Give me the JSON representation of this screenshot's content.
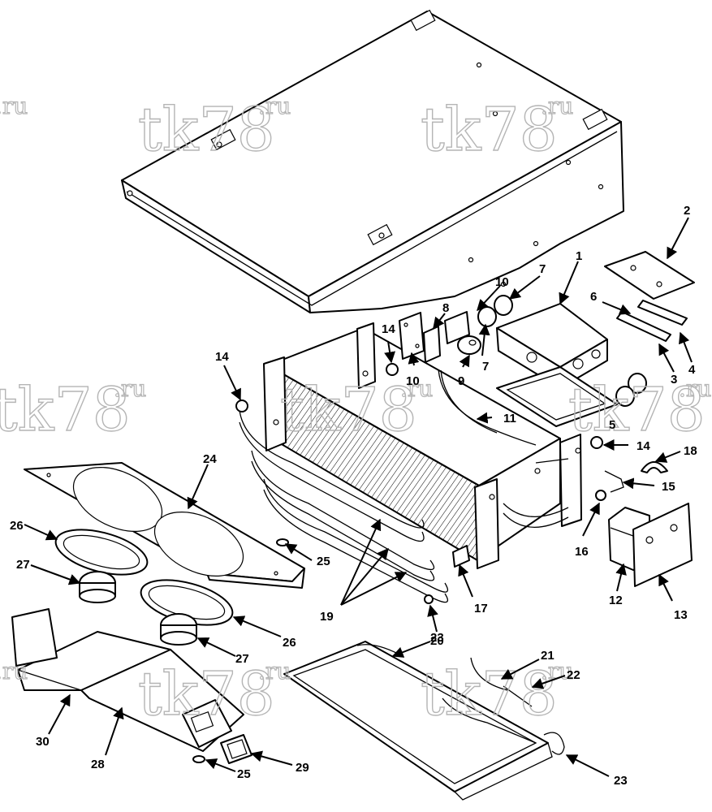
{
  "watermark": {
    "main": "tk78",
    "suffix": ".ru"
  },
  "callouts": {
    "c1": "1",
    "c2": "2",
    "c3": "3",
    "c4": "4",
    "c5": "5",
    "c6": "6",
    "c7a": "7",
    "c7b": "7",
    "c8": "8",
    "c9": "9",
    "c10a": "10",
    "c10b": "10",
    "c11": "11",
    "c12": "12",
    "c13": "13",
    "c14a": "14",
    "c14b": "14",
    "c14c": "14",
    "c15": "15",
    "c16": "16",
    "c17": "17",
    "c18": "18",
    "c19": "19",
    "c20": "20",
    "c21": "21",
    "c22": "22",
    "c23a": "23",
    "c23b": "23",
    "c24": "24",
    "c25a": "25",
    "c25b": "25",
    "c26a": "26",
    "c26b": "26",
    "c27a": "27",
    "c27b": "27",
    "c28": "28",
    "c29": "29",
    "c30": "30"
  }
}
